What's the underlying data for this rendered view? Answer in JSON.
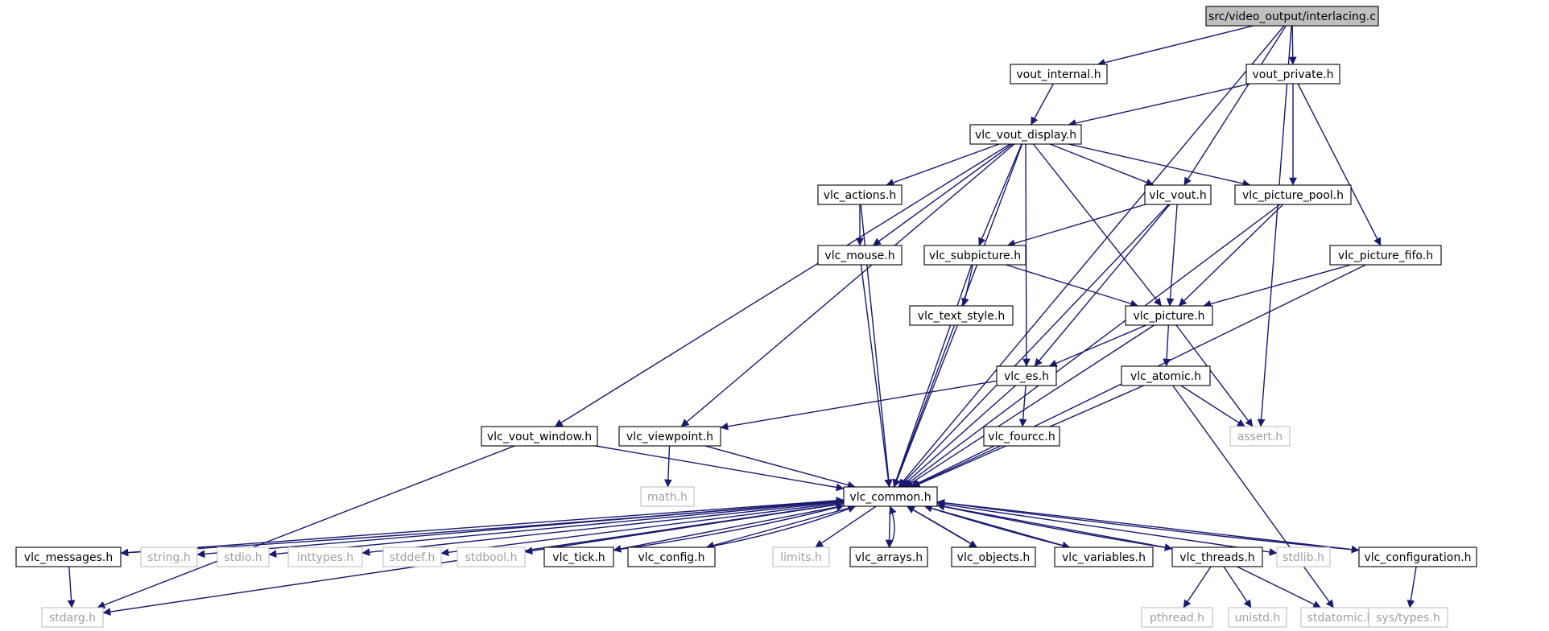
{
  "diagram": {
    "title": "src/video_output/interlacing.c",
    "colors": {
      "edge": "#191970",
      "root_fill": "#bfbfbf",
      "external_stroke": "#bfbfbf",
      "external_text": "#a0a0a0"
    },
    "nodes": [
      {
        "id": "root",
        "label": "src/video_output/interlacing.c",
        "kind": "root"
      },
      {
        "id": "vout_internal",
        "label": "vout_internal.h",
        "kind": "internal"
      },
      {
        "id": "vout_private",
        "label": "vout_private.h",
        "kind": "internal"
      },
      {
        "id": "vlc_vout_display",
        "label": "vlc_vout_display.h",
        "kind": "internal"
      },
      {
        "id": "vlc_actions",
        "label": "vlc_actions.h",
        "kind": "internal"
      },
      {
        "id": "vlc_vout",
        "label": "vlc_vout.h",
        "kind": "internal"
      },
      {
        "id": "vlc_picture_pool",
        "label": "vlc_picture_pool.h",
        "kind": "internal"
      },
      {
        "id": "vlc_mouse",
        "label": "vlc_mouse.h",
        "kind": "internal"
      },
      {
        "id": "vlc_subpicture",
        "label": "vlc_subpicture.h",
        "kind": "internal"
      },
      {
        "id": "vlc_picture_fifo",
        "label": "vlc_picture_fifo.h",
        "kind": "internal"
      },
      {
        "id": "vlc_text_style",
        "label": "vlc_text_style.h",
        "kind": "internal"
      },
      {
        "id": "vlc_picture",
        "label": "vlc_picture.h",
        "kind": "internal"
      },
      {
        "id": "vlc_es",
        "label": "vlc_es.h",
        "kind": "internal"
      },
      {
        "id": "vlc_atomic",
        "label": "vlc_atomic.h",
        "kind": "internal"
      },
      {
        "id": "vlc_vout_window",
        "label": "vlc_vout_window.h",
        "kind": "internal"
      },
      {
        "id": "vlc_viewpoint",
        "label": "vlc_viewpoint.h",
        "kind": "internal"
      },
      {
        "id": "vlc_fourcc",
        "label": "vlc_fourcc.h",
        "kind": "internal"
      },
      {
        "id": "assert",
        "label": "assert.h",
        "kind": "external"
      },
      {
        "id": "math",
        "label": "math.h",
        "kind": "external"
      },
      {
        "id": "vlc_common",
        "label": "vlc_common.h",
        "kind": "internal"
      },
      {
        "id": "vlc_messages",
        "label": "vlc_messages.h",
        "kind": "internal"
      },
      {
        "id": "string",
        "label": "string.h",
        "kind": "external"
      },
      {
        "id": "stdio",
        "label": "stdio.h",
        "kind": "external"
      },
      {
        "id": "inttypes",
        "label": "inttypes.h",
        "kind": "external"
      },
      {
        "id": "stddef",
        "label": "stddef.h",
        "kind": "external"
      },
      {
        "id": "stdbool",
        "label": "stdbool.h",
        "kind": "external"
      },
      {
        "id": "vlc_tick",
        "label": "vlc_tick.h",
        "kind": "internal"
      },
      {
        "id": "vlc_config",
        "label": "vlc_config.h",
        "kind": "internal"
      },
      {
        "id": "limits",
        "label": "limits.h",
        "kind": "external"
      },
      {
        "id": "vlc_arrays",
        "label": "vlc_arrays.h",
        "kind": "internal"
      },
      {
        "id": "vlc_objects",
        "label": "vlc_objects.h",
        "kind": "internal"
      },
      {
        "id": "vlc_variables",
        "label": "vlc_variables.h",
        "kind": "internal"
      },
      {
        "id": "vlc_threads",
        "label": "vlc_threads.h",
        "kind": "internal"
      },
      {
        "id": "stdlib",
        "label": "stdlib.h",
        "kind": "external"
      },
      {
        "id": "vlc_configuration",
        "label": "vlc_configuration.h",
        "kind": "internal"
      },
      {
        "id": "stdarg",
        "label": "stdarg.h",
        "kind": "external"
      },
      {
        "id": "pthread",
        "label": "pthread.h",
        "kind": "external"
      },
      {
        "id": "unistd",
        "label": "unistd.h",
        "kind": "external"
      },
      {
        "id": "stdatomic",
        "label": "stdatomic.h",
        "kind": "external"
      },
      {
        "id": "sys_types",
        "label": "sys/types.h",
        "kind": "external"
      }
    ],
    "edges": [
      [
        "root",
        "vout_internal"
      ],
      [
        "root",
        "vout_private"
      ],
      [
        "root",
        "vlc_vout"
      ],
      [
        "root",
        "assert"
      ],
      [
        "root",
        "vlc_common"
      ],
      [
        "vout_internal",
        "vlc_vout_display"
      ],
      [
        "vout_private",
        "vlc_vout_display"
      ],
      [
        "vout_private",
        "vlc_picture_pool"
      ],
      [
        "vout_private",
        "vlc_picture_fifo"
      ],
      [
        "vlc_vout_display",
        "vlc_actions"
      ],
      [
        "vlc_vout_display",
        "vlc_vout"
      ],
      [
        "vlc_vout_display",
        "vlc_picture_pool"
      ],
      [
        "vlc_vout_display",
        "vlc_mouse"
      ],
      [
        "vlc_vout_display",
        "vlc_subpicture"
      ],
      [
        "vlc_vout_display",
        "vlc_picture"
      ],
      [
        "vlc_vout_display",
        "vlc_es"
      ],
      [
        "vlc_vout_display",
        "vlc_vout_window"
      ],
      [
        "vlc_vout_display",
        "vlc_viewpoint"
      ],
      [
        "vlc_vout_display",
        "vlc_common"
      ],
      [
        "vlc_actions",
        "vlc_mouse"
      ],
      [
        "vlc_actions",
        "vlc_common"
      ],
      [
        "vlc_vout",
        "vlc_subpicture"
      ],
      [
        "vlc_vout",
        "vlc_picture"
      ],
      [
        "vlc_vout",
        "vlc_es"
      ],
      [
        "vlc_vout",
        "vlc_common"
      ],
      [
        "vlc_picture_pool",
        "vlc_picture"
      ],
      [
        "vlc_picture_pool",
        "vlc_common"
      ],
      [
        "vlc_mouse",
        "vlc_common"
      ],
      [
        "vlc_subpicture",
        "vlc_text_style"
      ],
      [
        "vlc_subpicture",
        "vlc_picture"
      ],
      [
        "vlc_subpicture",
        "vlc_common"
      ],
      [
        "vlc_picture_fifo",
        "vlc_picture"
      ],
      [
        "vlc_picture_fifo",
        "vlc_common"
      ],
      [
        "vlc_text_style",
        "vlc_common"
      ],
      [
        "vlc_picture",
        "vlc_es"
      ],
      [
        "vlc_picture",
        "vlc_atomic"
      ],
      [
        "vlc_picture",
        "assert"
      ],
      [
        "vlc_picture",
        "vlc_common"
      ],
      [
        "vlc_es",
        "vlc_viewpoint"
      ],
      [
        "vlc_es",
        "vlc_fourcc"
      ],
      [
        "vlc_es",
        "vlc_common"
      ],
      [
        "vlc_atomic",
        "assert"
      ],
      [
        "vlc_atomic",
        "vlc_common"
      ],
      [
        "vlc_atomic",
        "stdatomic"
      ],
      [
        "vlc_vout_window",
        "vlc_common"
      ],
      [
        "vlc_vout_window",
        "stdarg"
      ],
      [
        "vlc_viewpoint",
        "math"
      ],
      [
        "vlc_viewpoint",
        "vlc_common"
      ],
      [
        "vlc_fourcc",
        "vlc_common"
      ],
      [
        "vlc_common",
        "vlc_messages"
      ],
      [
        "vlc_common",
        "string"
      ],
      [
        "vlc_common",
        "stdio"
      ],
      [
        "vlc_common",
        "inttypes"
      ],
      [
        "vlc_common",
        "stddef"
      ],
      [
        "vlc_common",
        "stdbool"
      ],
      [
        "vlc_common",
        "vlc_tick"
      ],
      [
        "vlc_common",
        "vlc_config"
      ],
      [
        "vlc_common",
        "limits"
      ],
      [
        "vlc_common",
        "vlc_arrays"
      ],
      [
        "vlc_common",
        "vlc_objects"
      ],
      [
        "vlc_common",
        "vlc_variables"
      ],
      [
        "vlc_common",
        "vlc_threads"
      ],
      [
        "vlc_common",
        "stdlib"
      ],
      [
        "vlc_common",
        "vlc_configuration"
      ],
      [
        "vlc_common",
        "stdarg"
      ],
      [
        "vlc_messages",
        "vlc_common"
      ],
      [
        "vlc_messages",
        "stdarg"
      ],
      [
        "vlc_tick",
        "vlc_common"
      ],
      [
        "vlc_config",
        "vlc_common"
      ],
      [
        "vlc_arrays",
        "vlc_common"
      ],
      [
        "vlc_objects",
        "vlc_common"
      ],
      [
        "vlc_variables",
        "vlc_common"
      ],
      [
        "vlc_threads",
        "vlc_common"
      ],
      [
        "vlc_threads",
        "pthread"
      ],
      [
        "vlc_threads",
        "unistd"
      ],
      [
        "vlc_threads",
        "stdatomic"
      ],
      [
        "vlc_configuration",
        "vlc_common"
      ],
      [
        "vlc_configuration",
        "sys_types"
      ]
    ]
  }
}
